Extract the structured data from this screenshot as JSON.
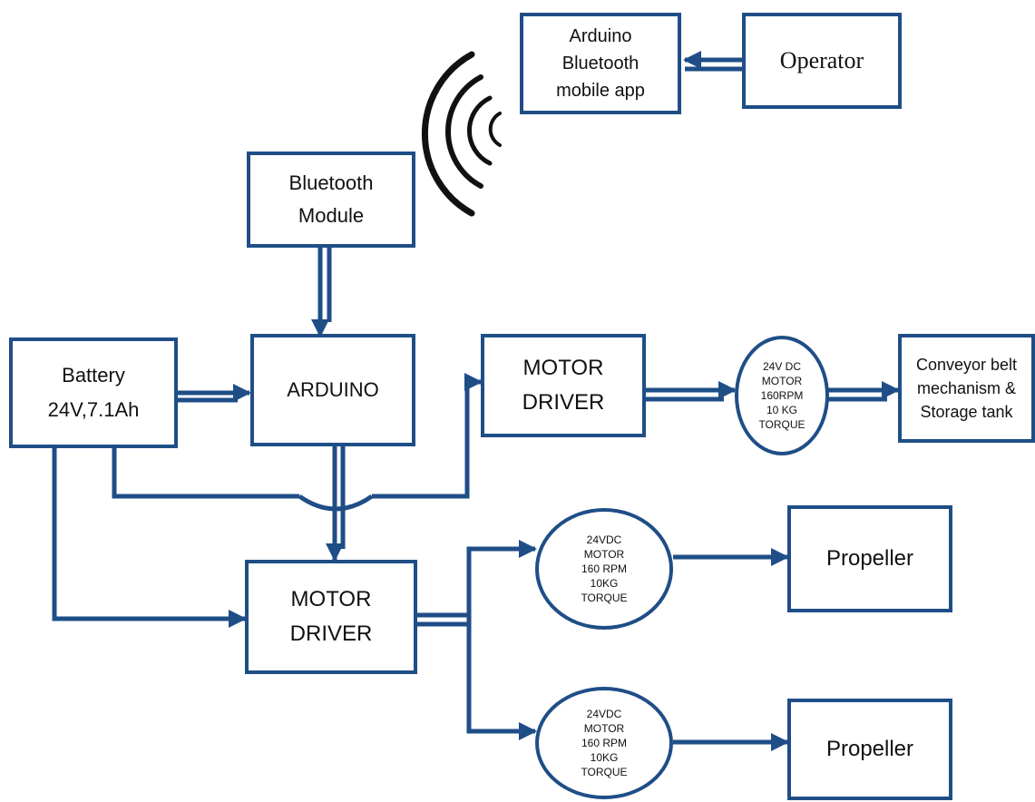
{
  "blocks": {
    "operator": "Operator",
    "mobile_app": "Arduino\nBluetooth\nmobile app",
    "bluetooth_module": "Bluetooth\nModule",
    "battery": "Battery\n24V,7.1Ah",
    "arduino": "ARDUINO",
    "motor_driver_top": "MOTOR\nDRIVER",
    "motor_driver_bottom": "MOTOR\nDRIVER",
    "conveyor_motor": "24V DC\nMOTOR\n160RPM\n10 KG\nTORQUE",
    "conveyor": "Conveyor belt\nmechanism &\nStorage tank",
    "propeller_motor_1": "24VDC\nMOTOR\n160 RPM\n10KG\nTORQUE",
    "propeller_motor_2": "24VDC\nMOTOR\n160 RPM\n10KG\nTORQUE",
    "propeller_1": "Propeller",
    "propeller_2": "Propeller"
  },
  "colors": {
    "line": "#1f4e87",
    "text": "#111111",
    "background": "#ffffff"
  },
  "icons": {
    "signal": "wireless-signal-icon"
  }
}
